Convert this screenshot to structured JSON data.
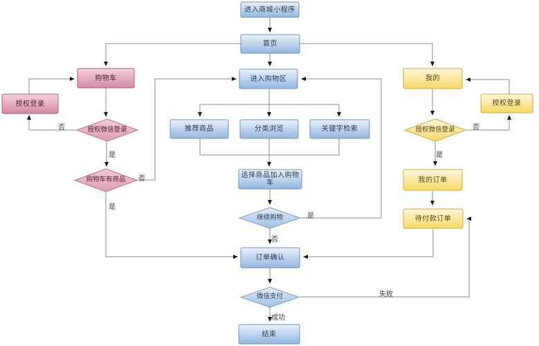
{
  "diagram": {
    "nodes": {
      "start": "进入商城小程序",
      "home": "首页",
      "cart": "购物车",
      "auth_login_left": "授权登录",
      "auth_wechat_left": "授权微信登录",
      "cart_has_items": "购物车有商品",
      "enter_shopping": "进入购物区",
      "recommend": "推荐商品",
      "category": "分类浏览",
      "keyword": "关键字检索",
      "add_to_cart": "选择商品加入购物车",
      "continue_shopping": "继续购物",
      "order_confirm": "订单确认",
      "wechat_pay": "微信支付",
      "end": "结束",
      "mine": "我的",
      "auth_login_right": "授权登录",
      "auth_wechat_right": "授权微信登录",
      "my_orders": "我的订单",
      "pending_orders": "待付款订单"
    },
    "edge_labels": {
      "no_auth_left": "否",
      "yes_auth_left": "是",
      "no_cart_items": "否",
      "yes_cart_items": "是",
      "yes_continue": "是",
      "no_continue": "否",
      "pay_success": "成功",
      "pay_fail": "失败",
      "no_auth_right": "否",
      "yes_auth_right": "是"
    },
    "colors": {
      "blue_light": "#e9f1fb",
      "blue_dark": "#92b6e0",
      "blue_border": "#7191ba",
      "pink_light": "#f5cbd8",
      "pink_dark": "#d389a6",
      "pink_border": "#b05c7c",
      "yellow_light": "#fdf6d8",
      "yellow_dark": "#f8d865",
      "yellow_border": "#cfa83d",
      "line": "#8a8a8a",
      "arrowhead": "#1a1a1a"
    }
  }
}
